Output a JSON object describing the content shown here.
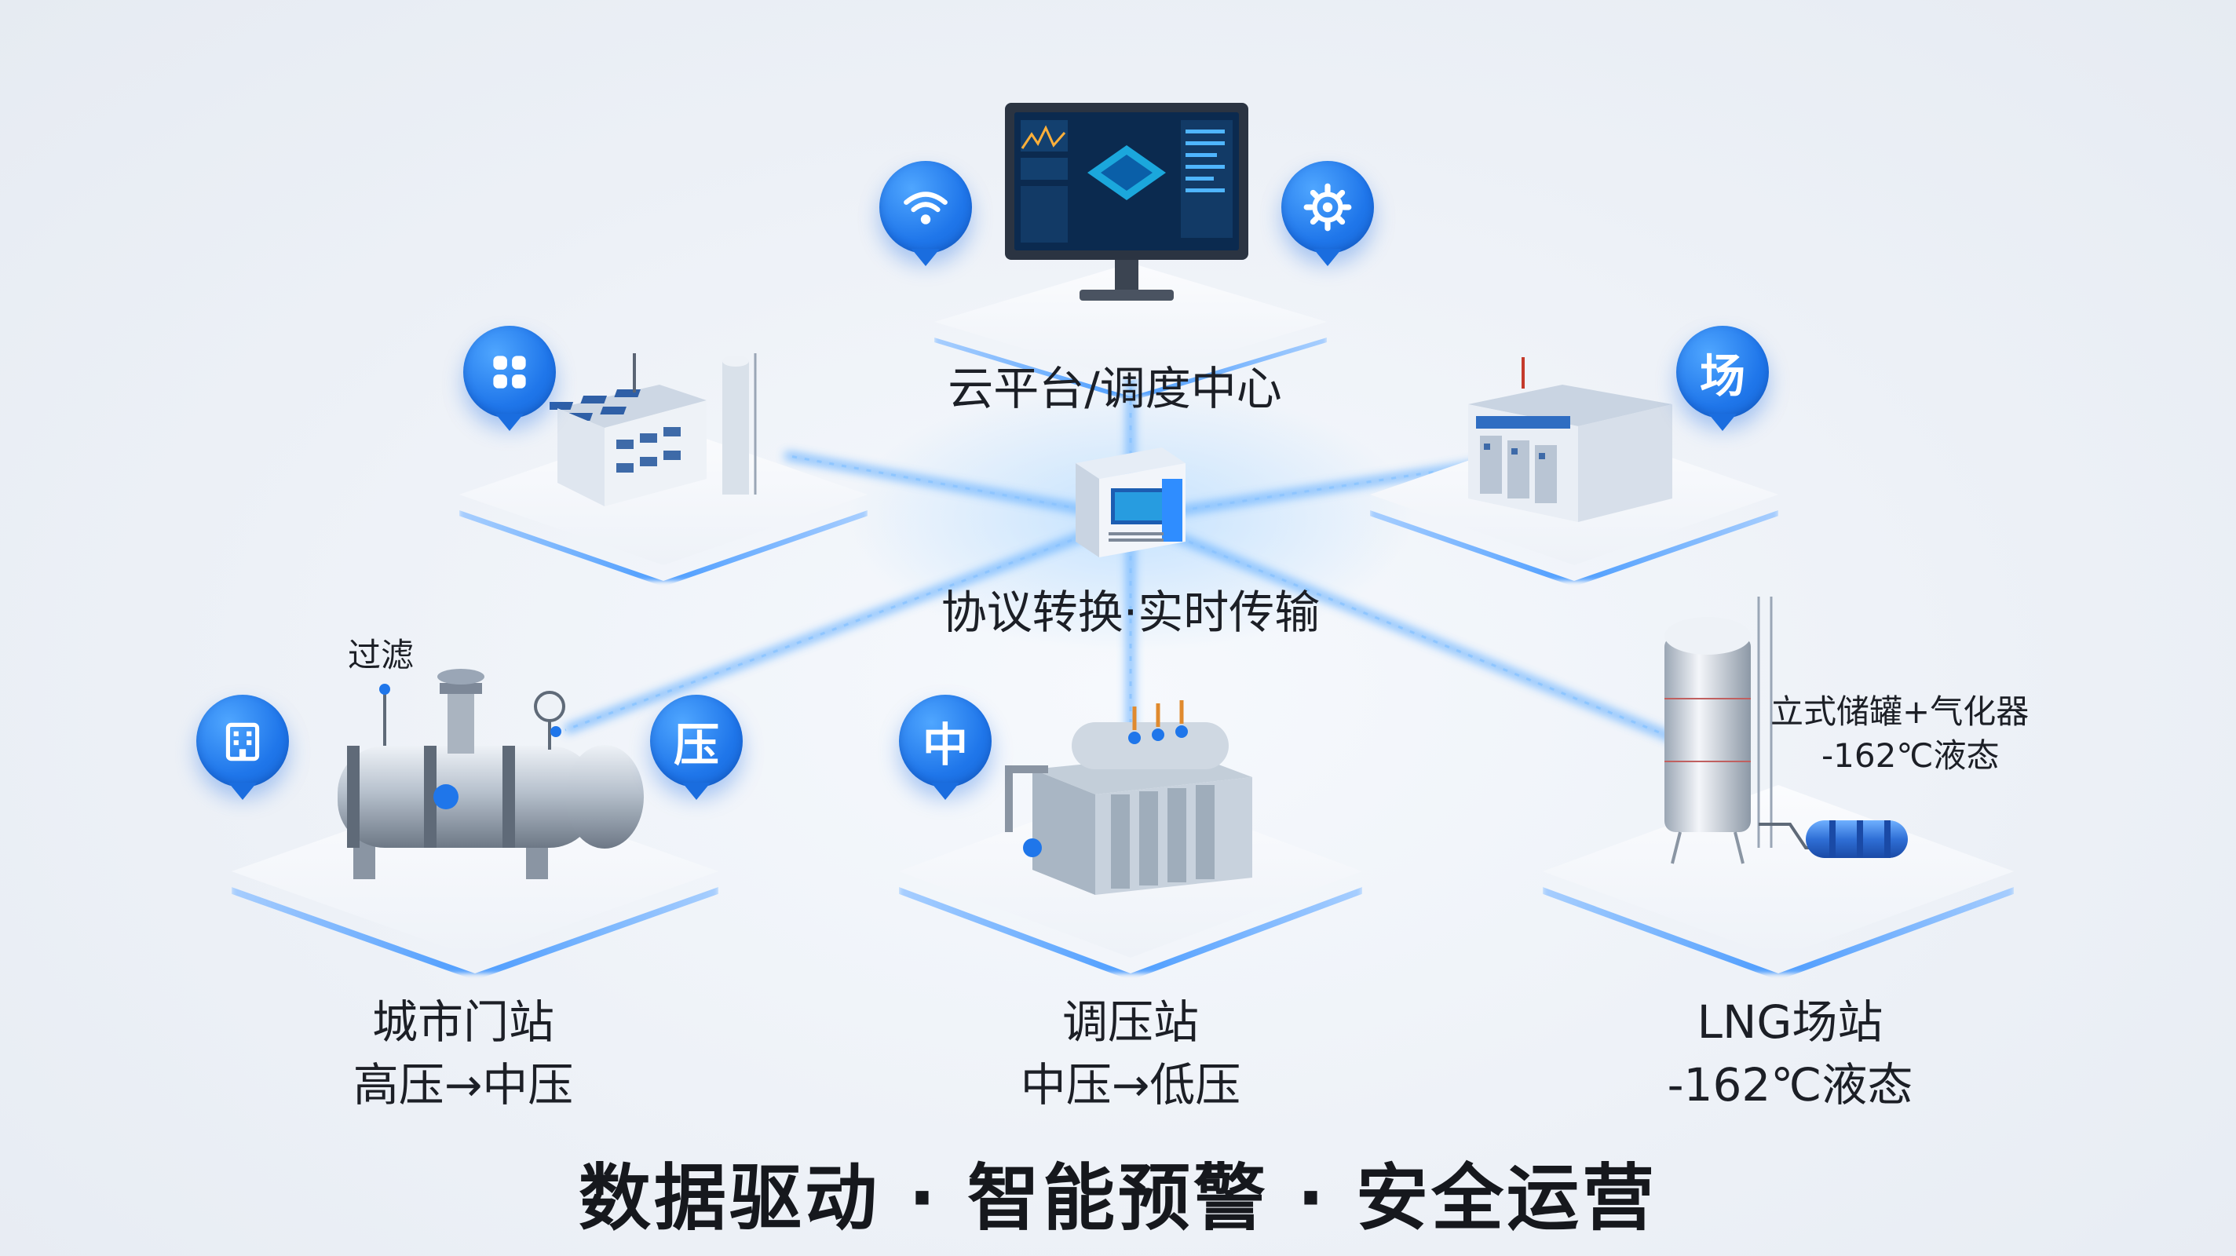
{
  "center": {
    "label": "协议转换·实时传输"
  },
  "cloud": {
    "label": "云平台/调度中心"
  },
  "gate_station": {
    "label_line1": "城市门站",
    "label_line2": "高压→中压",
    "filter_label": "过滤",
    "badge_text": "压"
  },
  "regulator_station": {
    "label_line1": "调压站",
    "label_line2": "中压→低压",
    "badge_text": "中"
  },
  "lng_station": {
    "label_line1": "LNG场站",
    "label_line2": "-162℃液态",
    "side_line1": "立式储罐+气化器",
    "side_line2": "-162℃液态"
  },
  "yard": {
    "badge_text": "场"
  },
  "footer": {
    "title": "数据驱动 · 智能预警 · 安全运营"
  },
  "icons": [
    "wifi-icon",
    "gear-icon",
    "apps-grid-icon",
    "building-icon"
  ],
  "colors": {
    "accent": "#1f76ea",
    "glow": "#4fa6ff"
  }
}
